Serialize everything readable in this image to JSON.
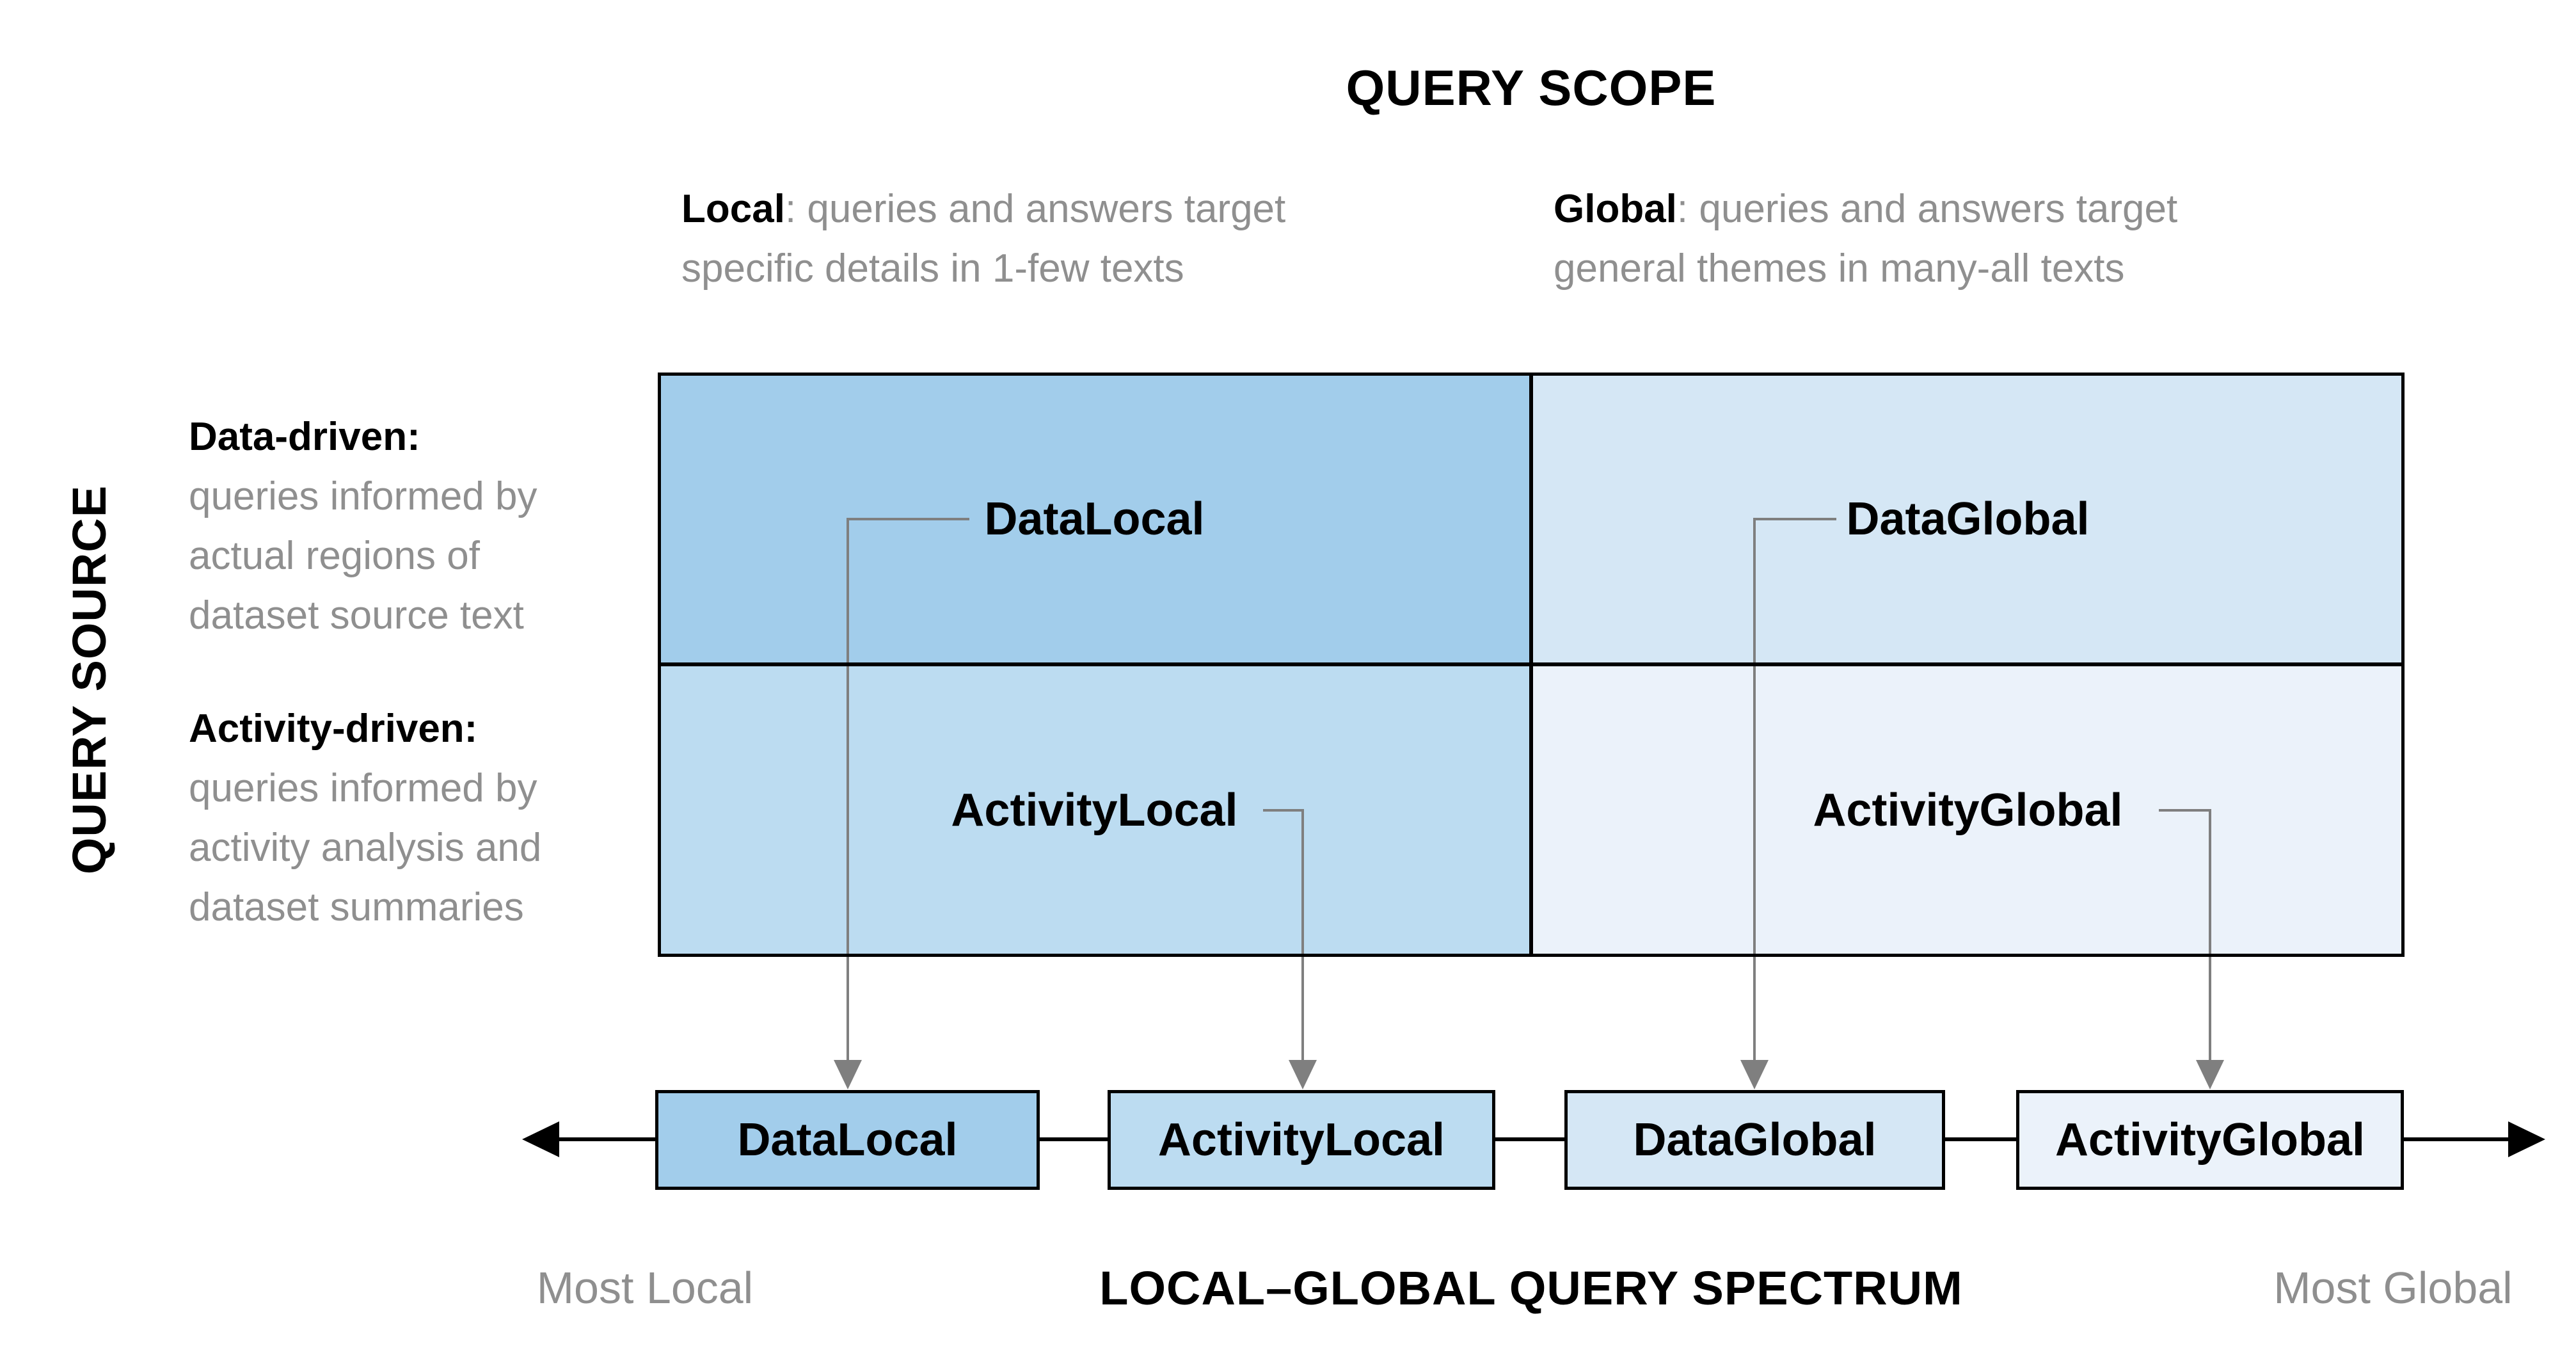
{
  "header": {
    "title": "QUERY SCOPE"
  },
  "axis_left": {
    "title": "QUERY SOURCE"
  },
  "scope": {
    "local": {
      "term": "Local",
      "desc_rest_line1": ": queries and answers target",
      "desc_line2": "specific details in 1-few texts"
    },
    "global": {
      "term": "Global",
      "desc_rest_line1": ": queries and answers target",
      "desc_line2": "general themes in many-all texts"
    }
  },
  "source": {
    "data_driven": {
      "term": "Data-driven:",
      "lines": [
        "queries informed by",
        "actual regions of",
        "dataset source text"
      ]
    },
    "activity_driven": {
      "term": "Activity-driven:",
      "lines": [
        "queries informed by",
        "activity analysis and",
        "dataset summaries"
      ]
    }
  },
  "matrix": {
    "cells": [
      {
        "id": "data-local",
        "label": "DataLocal",
        "color": "#a2cdeb"
      },
      {
        "id": "data-global",
        "label": "DataGlobal",
        "color": "#d5e7f5"
      },
      {
        "id": "activity-local",
        "label": "ActivityLocal",
        "color": "#bcdcf1"
      },
      {
        "id": "activity-global",
        "label": "ActivityGlobal",
        "color": "#ebf2fa"
      }
    ]
  },
  "spectrum": {
    "boxes": [
      {
        "label": "DataLocal",
        "color": "#a2cdeb"
      },
      {
        "label": "ActivityLocal",
        "color": "#bcdcf1"
      },
      {
        "label": "DataGlobal",
        "color": "#d5e7f5"
      },
      {
        "label": "ActivityGlobal",
        "color": "#ebf2fa"
      }
    ],
    "left_label": "Most Local",
    "title": "LOCAL–GLOBAL QUERY SPECTRUM",
    "right_label": "Most Global"
  },
  "colors": {
    "connector_gray": "#7f7f7f",
    "text_gray": "#8f8f8f",
    "line_black": "#000000"
  }
}
